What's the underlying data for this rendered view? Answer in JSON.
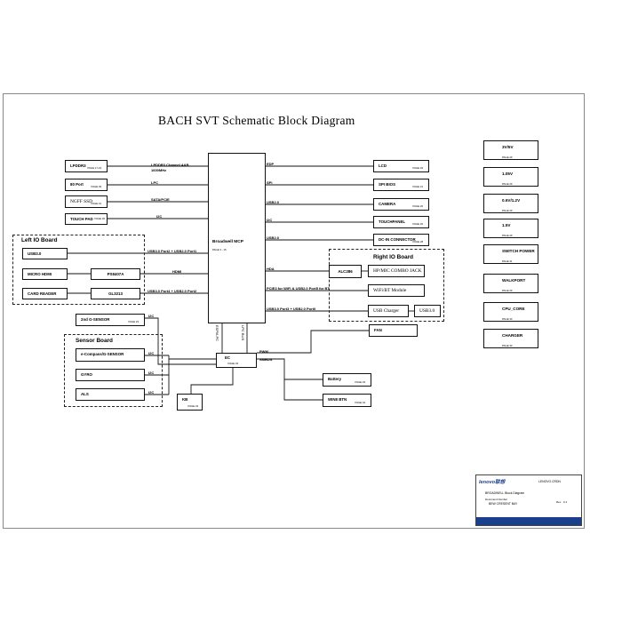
{
  "diagram": {
    "title": "BACH SVT Schematic Block Diagram",
    "cpu": {
      "label": "Broadwell MCP",
      "page": "PAGE 3 - 15"
    },
    "left_blocks": [
      {
        "label": "LPDDR3",
        "page": "PAGE 17-19"
      },
      {
        "label": "80 Port",
        "page": "PAGE 39"
      },
      {
        "label": "NGFF SSD",
        "page": "PAGE 31"
      },
      {
        "label": "TOUCH PAD",
        "page": "PAGE 36"
      }
    ],
    "left_signals": [
      "LPDDR3 Channel A&B",
      "1600MHz",
      "LPC",
      "SATA/PCIE",
      "I2C"
    ],
    "left_io": {
      "title": "Left IO Board",
      "usb": "USB3.0",
      "micro_hdmi": "MICRO HDMI",
      "ps8407a": "PS8407A",
      "card_reader": "CARD READER",
      "gl3213": "GL3213"
    },
    "left_io_signals": {
      "usb": "USB3.0 Port2 + USB2.0 Port1",
      "hdmi": "HDMI",
      "card": "USB3.0 Port4 + USB2.0 Port2"
    },
    "right_blocks": [
      {
        "label": "LCD",
        "page": "PAGE 26"
      },
      {
        "label": "SPI BIOS",
        "page": "PAGE 31"
      },
      {
        "label": "CAMERA",
        "page": "PAGE 26"
      },
      {
        "label": "TOUCHPANEL",
        "page": "PAGE 26"
      },
      {
        "label": "DC-IN CONNECTOR",
        "page": "PAGE 28"
      }
    ],
    "right_signals": [
      "EDP",
      "SPI",
      "USB2.0",
      "I2C",
      "USB2.0"
    ],
    "right_io": {
      "title": "Right IO Board",
      "alc": "ALC286",
      "hp": "HP/MIC COMBO JACK",
      "wifi": "WiFi/BT Module",
      "usb_charger": "USB Charger",
      "usb30": "USB3.0",
      "fan": "FAN"
    },
    "right_io_signals": {
      "hda": "HDA",
      "pcie": "PCIE3 for WiFi & USB2.0 Port5 for BT",
      "usb": "USB3.0 Port3 + USB2.0 Port0"
    },
    "g_sensor": {
      "label": "2nd G-SENSOR",
      "page": "PAGE 23"
    },
    "sensor_board": {
      "title": "Sensor Board",
      "items": [
        "e-Compass/G-SENSOR",
        "GYRO",
        "ALS"
      ]
    },
    "i2c_label": "I2C",
    "ec": {
      "label": "EC",
      "page": "PAGE 33",
      "espi": "ESPI/LPC",
      "lpc": "LPC BUS"
    },
    "kb": {
      "label": "KB",
      "page": "PAGE 33"
    },
    "ec_signals": {
      "pwm": "PWM",
      "smbus": "SMBUS"
    },
    "battery": {
      "label": "Battery",
      "page": "PAGE 33"
    },
    "win8": {
      "label": "WIN8 BTN",
      "page": "PAGE 34"
    },
    "power_rails": [
      {
        "label": "3V/5V",
        "page": "PAGE 29"
      },
      {
        "label": "1.05V",
        "page": "PAGE 29"
      },
      {
        "label": "0.6V/1.2V",
        "page": "PAGE 29"
      },
      {
        "label": "1.5V",
        "page": "PAGE 29"
      },
      {
        "label": "SWITCH POWER",
        "page": "PAGE 31"
      },
      {
        "label": "WALKPORT",
        "page": "PAGE 29"
      },
      {
        "label": "CPU_CORE",
        "page": "PAGE 30"
      },
      {
        "label": "CHARGER",
        "page": "PAGE 30"
      }
    ]
  },
  "title_block": {
    "logo": "lenovo联想",
    "company": "LENOVO.CRDN",
    "sheet_title": "BROADWELL Block Diagram",
    "doc_label": "Document Number",
    "doc_value": "BEW CRESENT BAY",
    "rev": "Rev",
    "rev_value": "0.1"
  },
  "colors": {
    "line": "#111111",
    "accent": "#1a3f8c"
  }
}
